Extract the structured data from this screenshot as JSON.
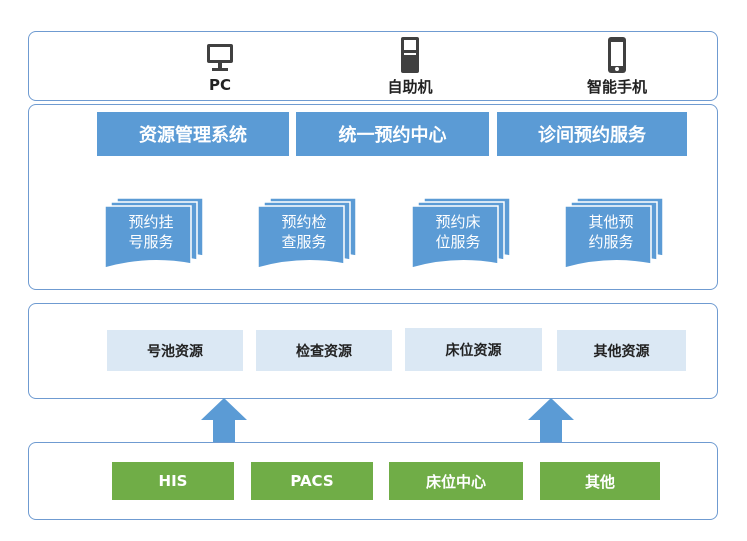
{
  "clients": [
    {
      "label": "PC",
      "icon": "monitor-icon"
    },
    {
      "label": "自助机",
      "icon": "kiosk-icon"
    },
    {
      "label": "智能手机",
      "icon": "smartphone-icon"
    }
  ],
  "platforms": [
    "资源管理系统",
    "统一预约中心",
    "诊间预约服务"
  ],
  "services": [
    {
      "line1": "预约挂",
      "line2": "号服务"
    },
    {
      "line1": "预约检",
      "line2": "查服务"
    },
    {
      "line1": "预约床",
      "line2": "位服务"
    },
    {
      "line1": "其他预",
      "line2": "约服务"
    }
  ],
  "resources": [
    "号池资源",
    "检查资源",
    "床位资源",
    "其他资源"
  ],
  "sources": [
    "HIS",
    "PACS",
    "床位中心",
    "其他"
  ],
  "colors": {
    "border": "#6f9bd1",
    "blue": "#5b9bd5",
    "light": "#dbe8f4",
    "green": "#70ad47"
  }
}
